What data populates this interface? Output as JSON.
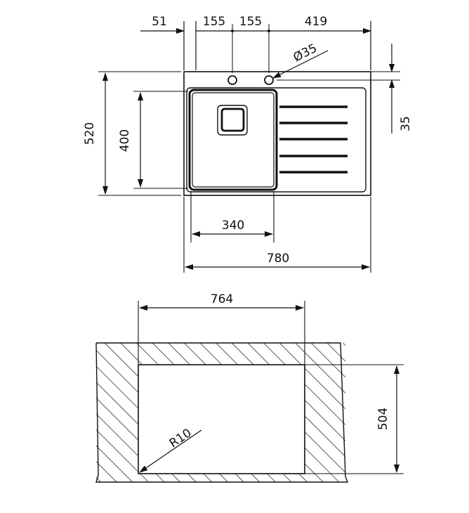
{
  "top_view": {
    "dims": {
      "left_offset": "51",
      "hole_spacing_1": "155",
      "hole_spacing_2": "155",
      "right_offset": "419",
      "hole_diameter": "Ø35",
      "hole_edge": "35",
      "overall_depth": "520",
      "bowl_depth": "400",
      "bowl_width": "340",
      "overall_width": "780"
    }
  },
  "cutout_view": {
    "dims": {
      "cutout_width": "764",
      "cutout_depth": "504",
      "corner_radius": "R10"
    }
  },
  "colors": {
    "line": "#111111",
    "background": "#ffffff"
  }
}
